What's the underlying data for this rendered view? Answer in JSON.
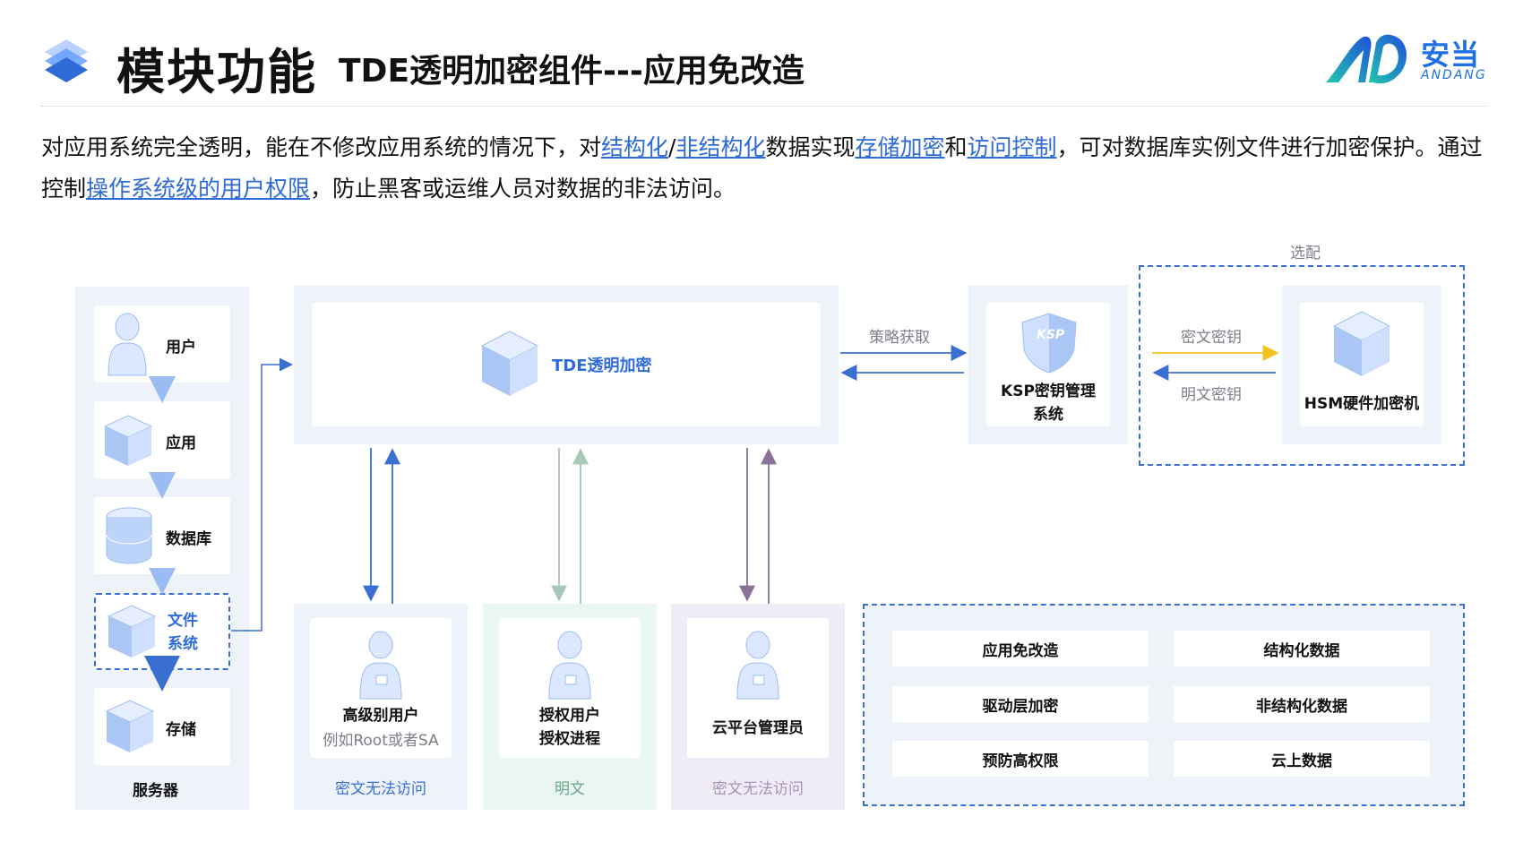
{
  "header": {
    "title": "模块功能",
    "subtitle": "TDE透明加密组件---应用免改造",
    "logo_cn": "安当",
    "logo_en": "ANDANG"
  },
  "intro": {
    "p1": "对应用系统完全透明，能在不修改应用系统的情况下，对",
    "l1": "结构化",
    "p2": "/",
    "l2": "非结构化",
    "p3": "数据实现",
    "l3": "存储加密",
    "p4": "和",
    "l4": "访问控制",
    "p5": "，可对数据库实例文件进行加密保护。通过控制",
    "l5": "操作系统级的用户权限",
    "p6": "，防止黑客或运维人员对数据的非法访问。"
  },
  "server": {
    "items": [
      "用户",
      "应用",
      "数据库",
      "文件\n系统",
      "存储"
    ],
    "caption": "服务器"
  },
  "tde": {
    "label": "TDE透明加密"
  },
  "ksp": {
    "label": "KSP密钥管理\n系统",
    "badge": "KSP",
    "arrow_label": "策略获取"
  },
  "hsm": {
    "label": "HSM硬件加密机",
    "optional": "选配",
    "arrow_top": "密文密钥",
    "arrow_bottom": "明文密钥"
  },
  "users": [
    {
      "title": "高级别用户",
      "sub": "例如Root或者SA",
      "caption": "密文无法访问"
    },
    {
      "title": "授权用户\n授权进程",
      "sub": "",
      "caption": "明文"
    },
    {
      "title": "云平台管理员",
      "sub": "",
      "caption": "密文无法访问"
    }
  ],
  "features": [
    "应用免改造",
    "结构化数据",
    "驱动层加密",
    "非结构化数据",
    "预防高权限",
    "云上数据"
  ],
  "colors": {
    "accent": "#2f6bd6",
    "arrow_blue": "#3a6fd0",
    "arrow_gold": "#f2c21b",
    "arrow_green": "#a8c7b6",
    "arrow_purple": "#8a7196",
    "panel_blue": "#eef3fa",
    "panel_green": "#eaf6f1",
    "panel_purple": "#f0edf8"
  }
}
